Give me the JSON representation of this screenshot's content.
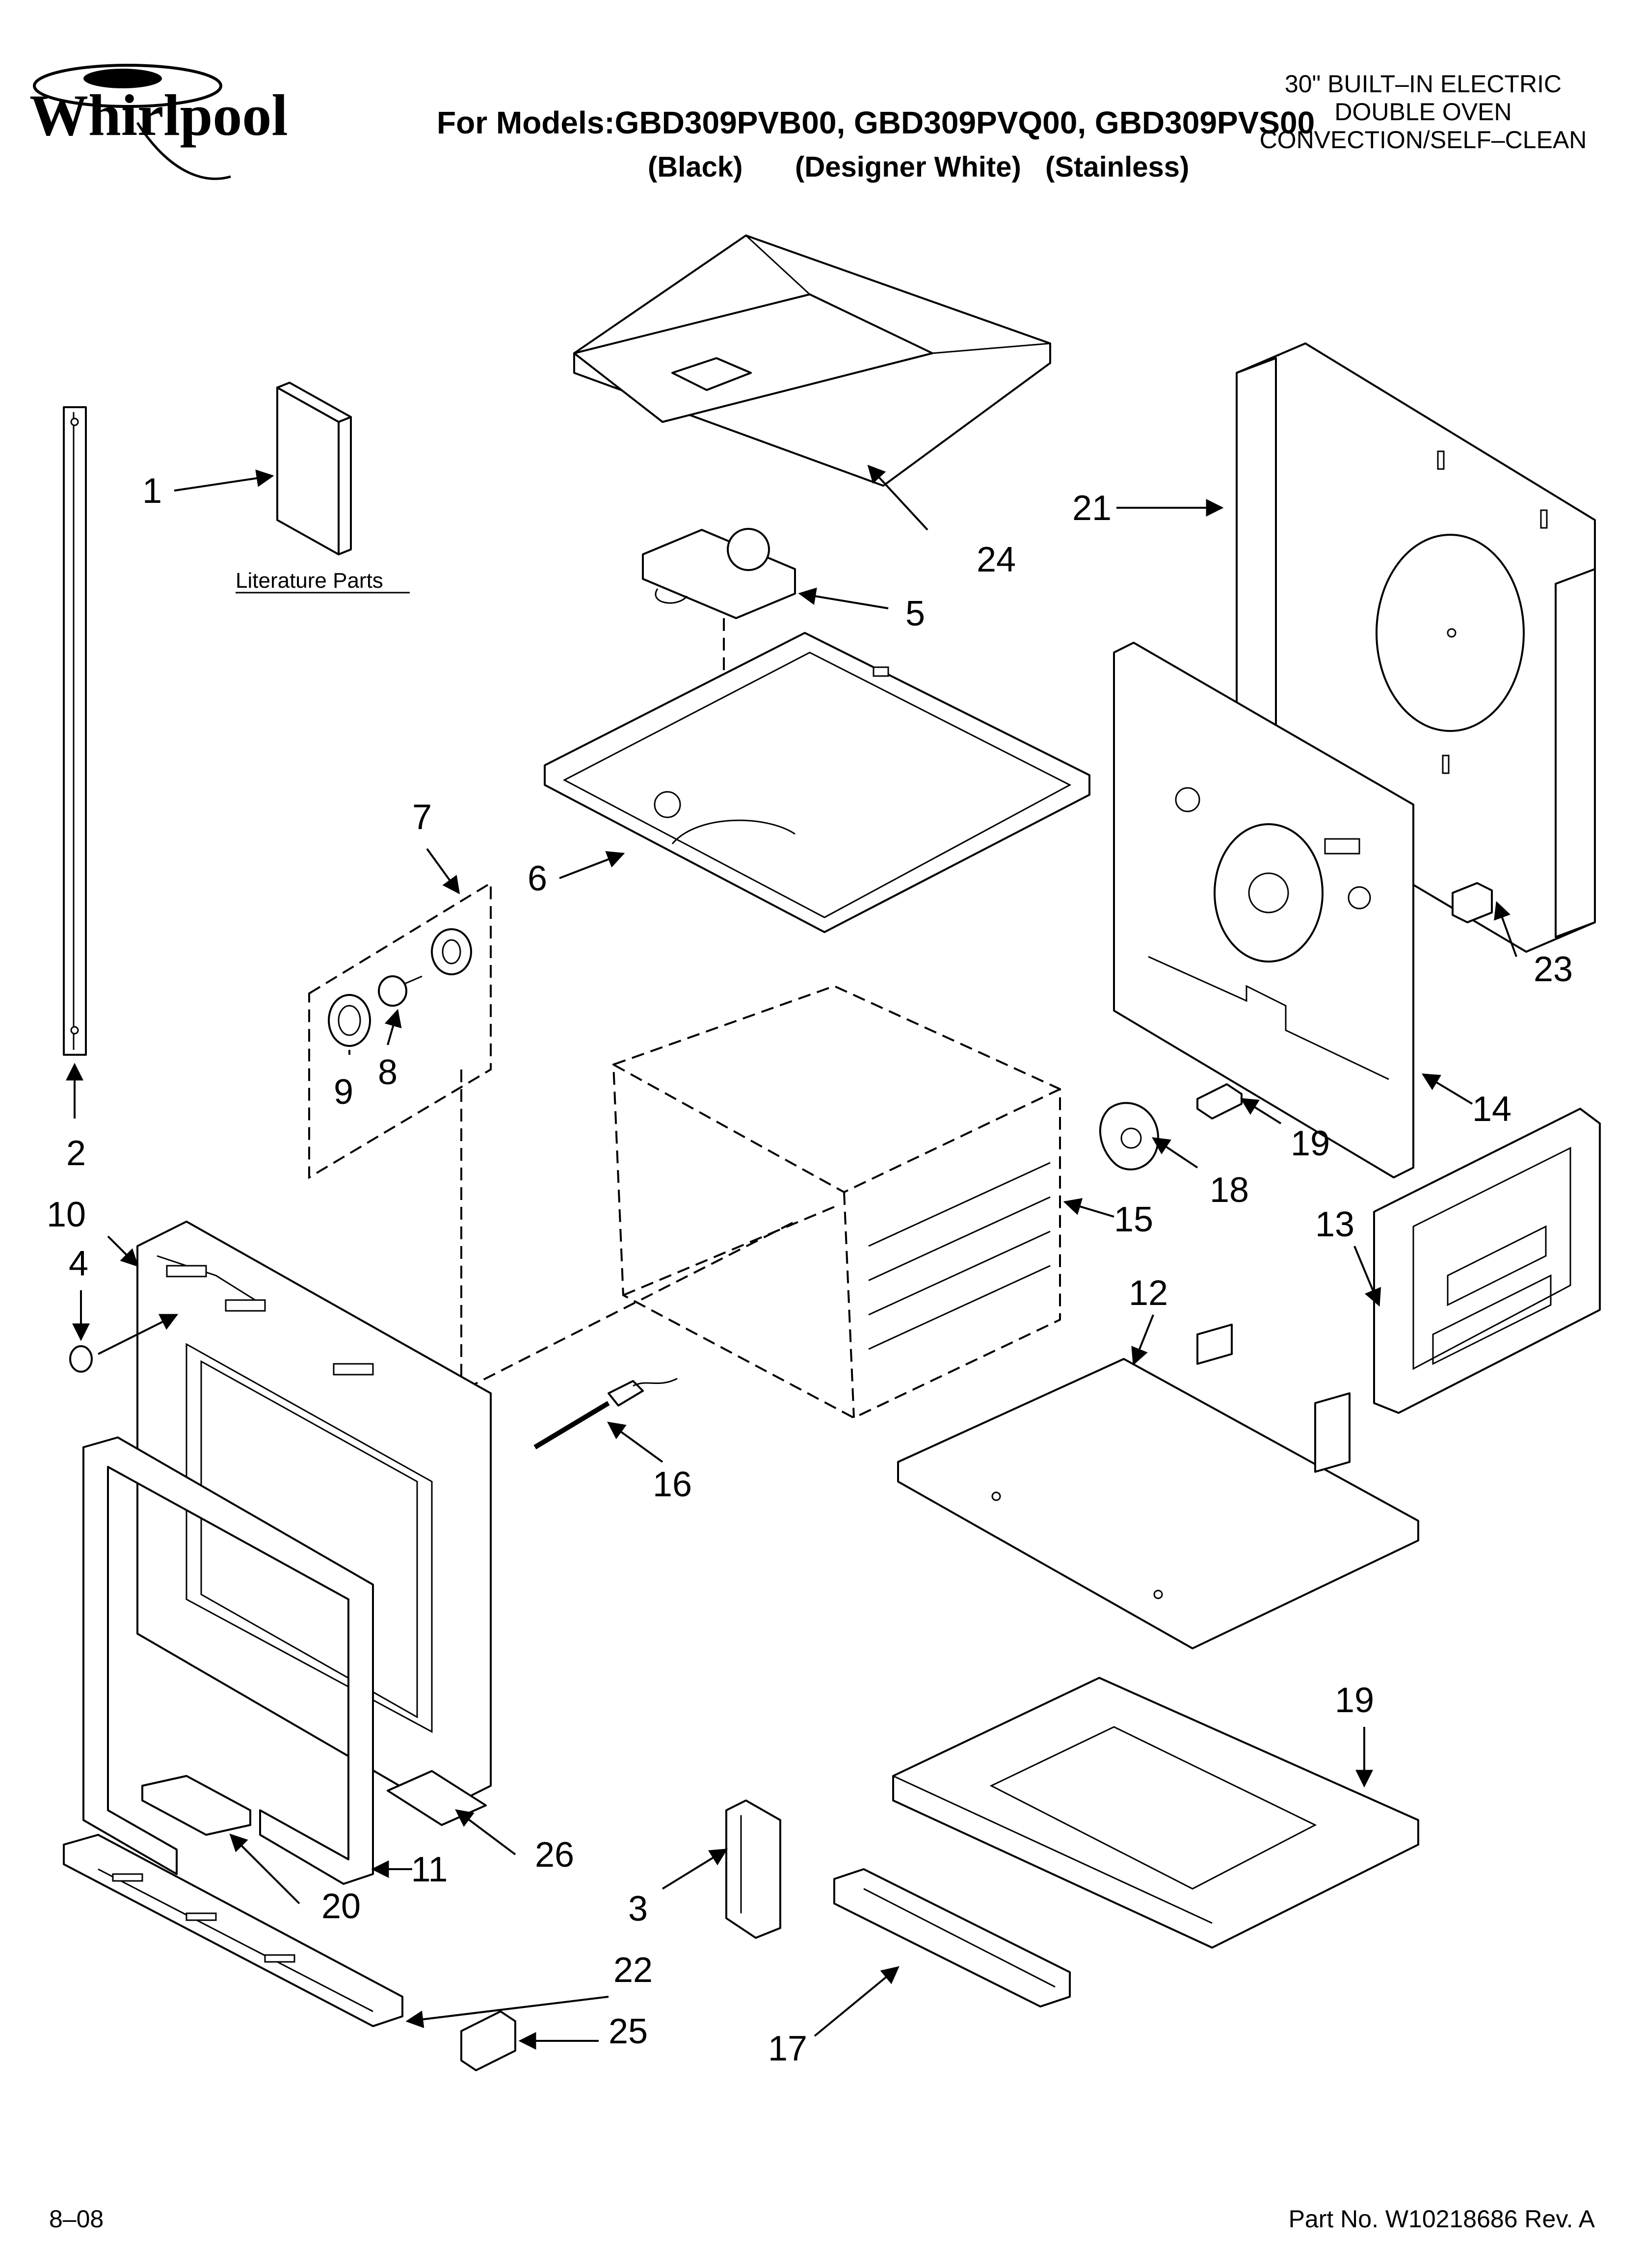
{
  "header": {
    "brand": "Whirlpool",
    "models_line": "For Models:GBD309PVB00, GBD309PVQ00, GBD309PVS00",
    "color_black": "(Black)",
    "color_white": "(Designer White)",
    "color_stainless": "(Stainless)",
    "desc_line1": "30\" BUILT–IN ELECTRIC",
    "desc_line2": "DOUBLE OVEN",
    "desc_line3": "CONVECTION/SELF–CLEAN"
  },
  "literature_label": "Literature Parts",
  "callouts": {
    "c1": "1",
    "c2": "2",
    "c3": "3",
    "c4": "4",
    "c5": "5",
    "c6": "6",
    "c7": "7",
    "c8": "8",
    "c9": "9",
    "c10": "10",
    "c11": "11",
    "c12": "12",
    "c13": "13",
    "c14": "14",
    "c15": "15",
    "c16": "16",
    "c17": "17",
    "c18": "18",
    "c19a": "19",
    "c19b": "19",
    "c20": "20",
    "c21": "21",
    "c22": "22",
    "c23": "23",
    "c24": "24",
    "c25": "25",
    "c26": "26"
  },
  "footer": {
    "date": "8–08",
    "part_no": "Part No. W10218686 Rev. A"
  }
}
